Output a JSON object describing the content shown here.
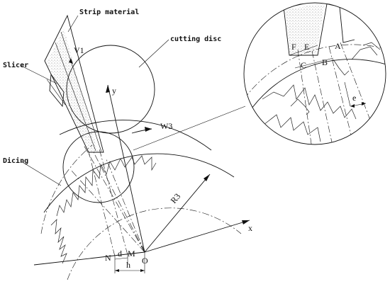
{
  "labels": {
    "strip_material": "Strip material",
    "cutting_disc": "cutting disc",
    "slicer": "Slicer",
    "dicing": "Dicing",
    "v1": "V1",
    "w3": "W3",
    "r3": "R3",
    "axis_y": "y",
    "axis_x": "x",
    "origin": "O",
    "point_n": "N",
    "point_m": "M",
    "dim_d": "d",
    "dim_h": "h",
    "detail_f": "F",
    "detail_e_upper": "E",
    "detail_a": "A",
    "detail_c": "C",
    "detail_b": "B",
    "detail_e_lower": "e"
  },
  "colors": {
    "line": "#111111",
    "stipple": "#555555",
    "background": "#ffffff"
  }
}
